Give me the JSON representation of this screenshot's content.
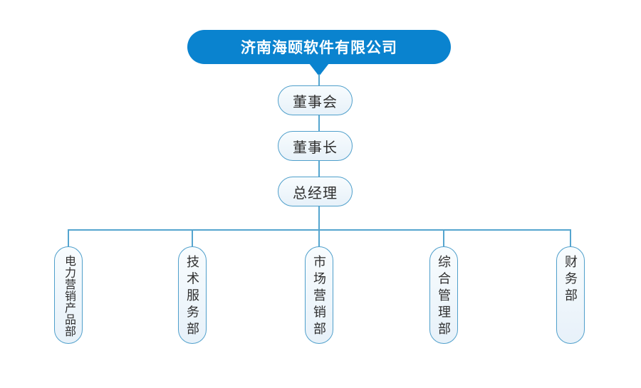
{
  "root": {
    "label": "济南海颐软件有限公司"
  },
  "levels": [
    {
      "label": "董事会"
    },
    {
      "label": "董事长"
    },
    {
      "label": "总经理"
    }
  ],
  "departments": [
    {
      "label": "电力营销产品部"
    },
    {
      "label": "技术服务部"
    },
    {
      "label": "市场营销部"
    },
    {
      "label": "综合管理部"
    },
    {
      "label": "财务部"
    }
  ],
  "colors": {
    "brand_blue": "#0a83cf",
    "line_blue": "#55a5cf",
    "node_border": "#4f9fcb",
    "node_fill_top": "#f8fcfe",
    "node_fill_bottom": "#e7f1f9",
    "node_text": "#2f2f2f",
    "root_text": "#ffffff"
  }
}
